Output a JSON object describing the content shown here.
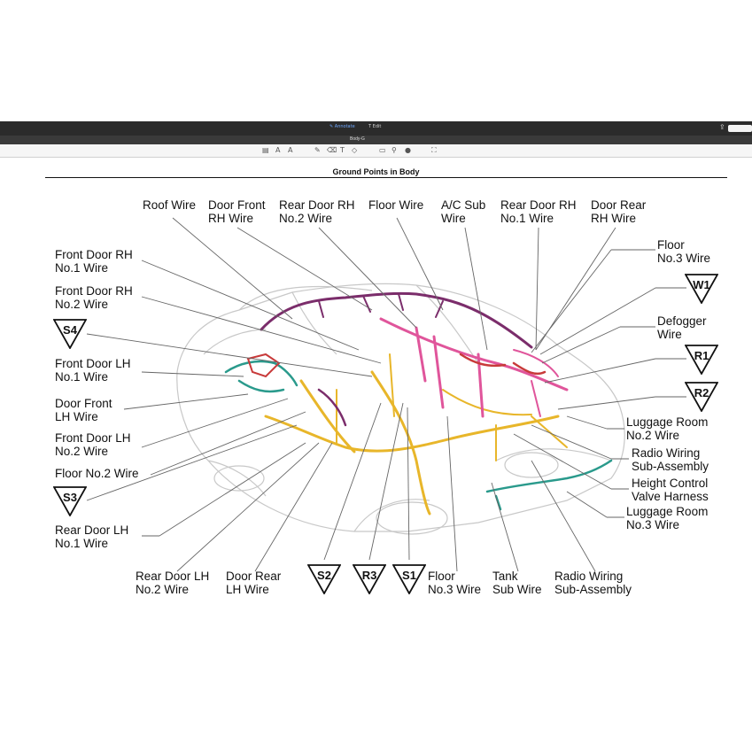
{
  "toolbar": {
    "annotate_label": "Annotate",
    "edit_label": "Edit",
    "document_name": "Body-G"
  },
  "document": {
    "title": "Ground Points in Body"
  },
  "labels": {
    "roof_wire": "Roof Wire",
    "door_front_rh_wire": "Door Front\nRH Wire",
    "rear_door_rh_no2_wire": "Rear Door RH\nNo.2 Wire",
    "floor_wire": "Floor Wire",
    "ac_sub_wire": "A/C Sub\nWire",
    "rear_door_rh_no1_wire": "Rear Door RH\nNo.1 Wire",
    "door_rear_rh_wire": "Door Rear\nRH Wire",
    "floor_no3_wire_top": "Floor\nNo.3 Wire",
    "front_door_rh_no1_wire": "Front Door RH\nNo.1 Wire",
    "front_door_rh_no2_wire": "Front Door RH\nNo.2 Wire",
    "defogger_wire": "Defogger\nWire",
    "front_door_lh_no1_wire": "Front Door LH\nNo.1 Wire",
    "door_front_lh_wire": "Door Front\nLH Wire",
    "front_door_lh_no2_wire": "Front Door LH\nNo.2 Wire",
    "floor_no2_wire": "Floor No.2 Wire",
    "luggage_room_no2_wire": "Luggage Room\nNo.2 Wire",
    "radio_wiring_subassembly_right": "Radio Wiring\nSub-Assembly",
    "height_control_valve_harness": "Height Control\nValve Harness",
    "luggage_room_no3_wire": "Luggage Room\nNo.3 Wire",
    "rear_door_lh_no1_wire": "Rear Door LH\nNo.1 Wire",
    "rear_door_lh_no2_wire": "Rear Door LH\nNo.2 Wire",
    "door_rear_lh_wire": "Door Rear\nLH Wire",
    "floor_no3_wire_bottom": "Floor\nNo.3 Wire",
    "tank_sub_wire": "Tank\nSub Wire",
    "radio_wiring_subassembly_bottom": "Radio Wiring\nSub-Assembly"
  },
  "ground_points": {
    "w1": "W1",
    "s4": "S4",
    "r1": "R1",
    "r2": "R2",
    "s3": "S3",
    "s2": "S2",
    "r3": "R3",
    "s1": "S1"
  },
  "colors": {
    "harness_yellow": "#e8b62a",
    "harness_pink": "#e0559b",
    "harness_purple": "#7b2d6b",
    "harness_teal": "#2a9a8c",
    "harness_red": "#c83a3a",
    "car_outline": "#c8c8c8",
    "leader_line": "#666666"
  }
}
